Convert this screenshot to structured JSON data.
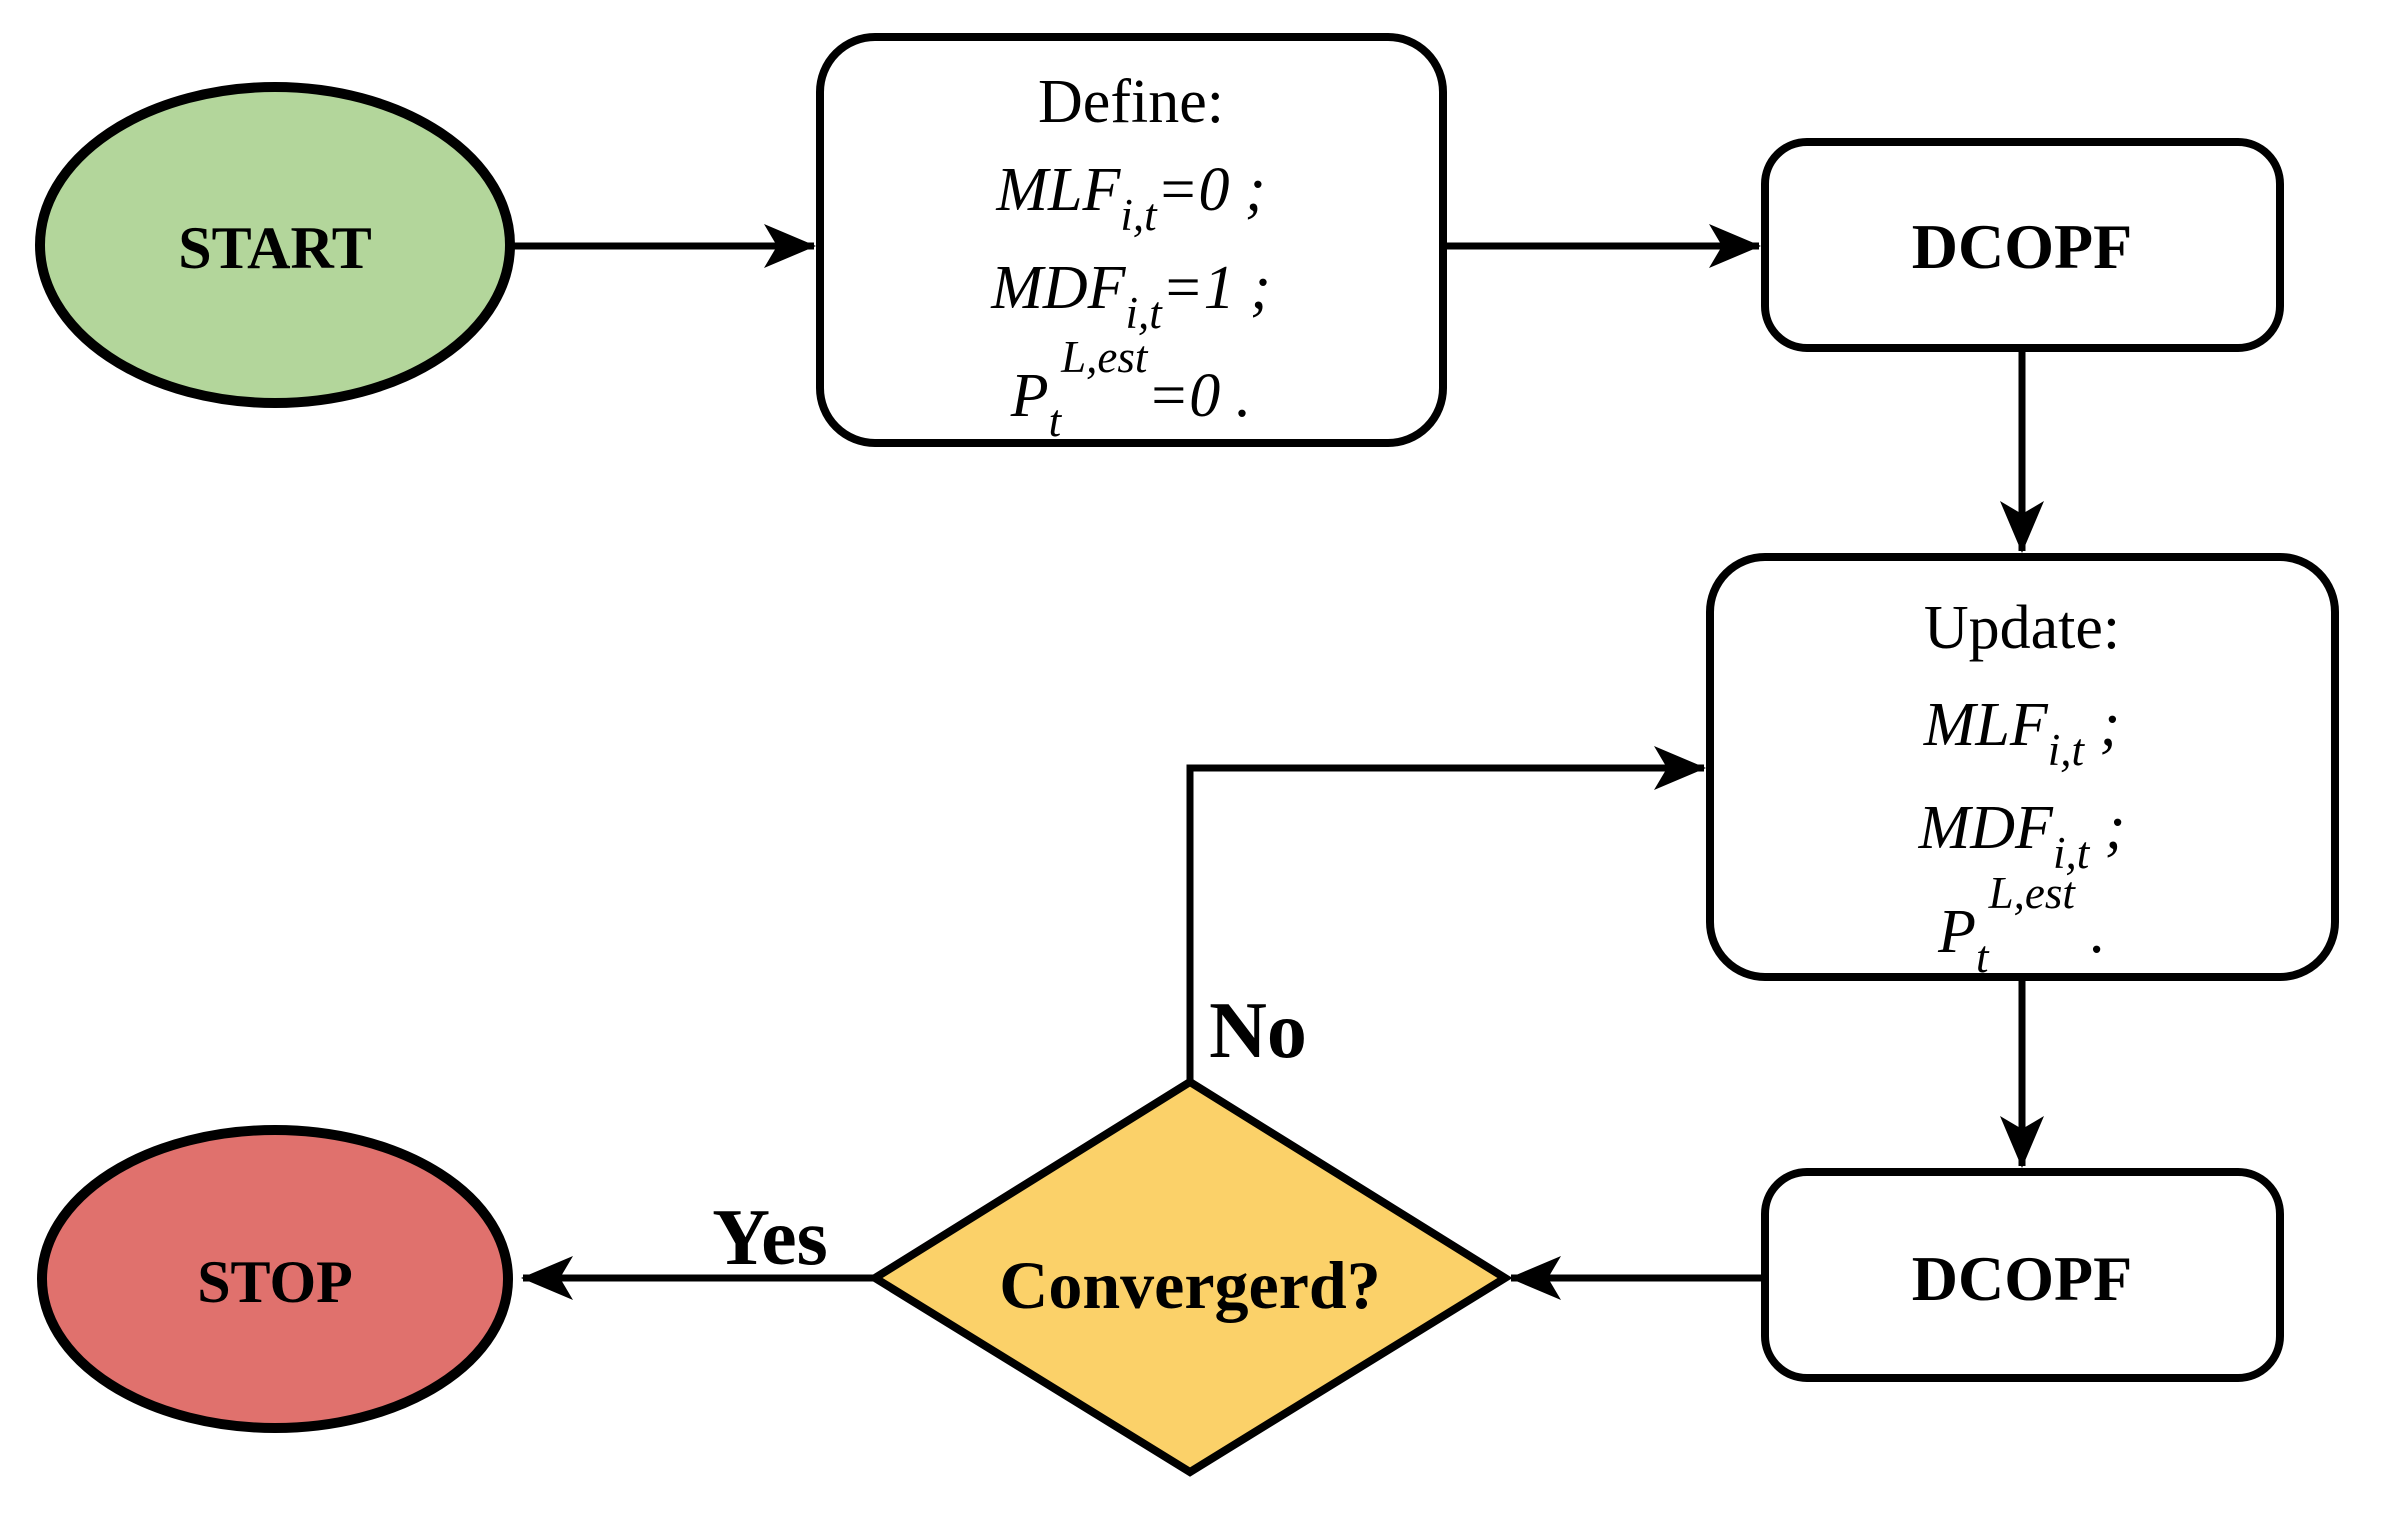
{
  "colors": {
    "start_fill": "#b3d69b",
    "stop_fill": "#e0716d",
    "decision_fill": "#fbd169",
    "process_fill": "#ffffff",
    "line_color": "#000000",
    "background": "#ffffff"
  },
  "nodes": {
    "start": {
      "label": "START"
    },
    "define": {
      "title": "Define:",
      "line1": {
        "main": "MLF",
        "sub": "i,t",
        "tail": "=0 ;"
      },
      "line2": {
        "main": "MDF",
        "sub": "i,t",
        "tail": "=1 ;"
      },
      "line3": {
        "main": "P",
        "sub": "t",
        "sup": "L,est",
        "tail": "=0 ."
      }
    },
    "dcopf_top": {
      "label": "DCOPF"
    },
    "update": {
      "title": "Update:",
      "line1": {
        "main": "MLF",
        "sub": "i,t",
        "tail": " ;"
      },
      "line2": {
        "main": "MDF",
        "sub": "i,t",
        "tail": " ;"
      },
      "line3": {
        "main": "P",
        "sub": "t",
        "sup": "L,est",
        "tail": " ."
      }
    },
    "dcopf_bottom": {
      "label": "DCOPF"
    },
    "decision": {
      "label": "Convergerd?"
    },
    "stop": {
      "label": "STOP"
    }
  },
  "edges": {
    "yes_label": "Yes",
    "no_label": "No"
  }
}
